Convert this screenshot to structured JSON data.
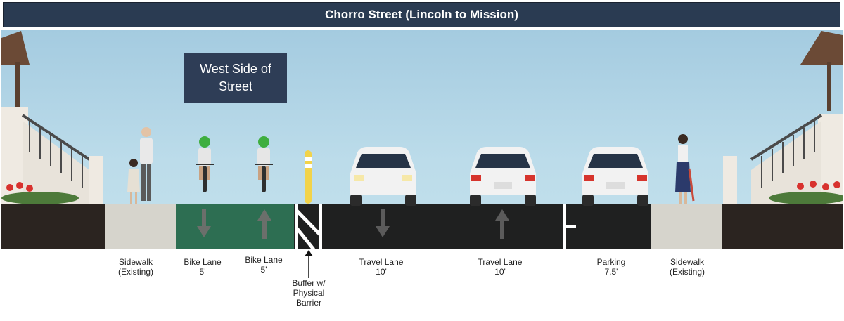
{
  "title": "Chorro Street (Lincoln to Mission)",
  "side_label": "West Side of Street",
  "colors": {
    "title_bg": "#2a3b52",
    "sky": "#b4d6e7",
    "bike_lane": "#2d6e52",
    "road": "#1f2020",
    "sidewalk": "#d6d4cc",
    "planter": "#2b2420"
  },
  "lanes": [
    {
      "id": "sidewalk-west",
      "line1": "Sidewalk",
      "line2": "(Existing)"
    },
    {
      "id": "bike-lane-1",
      "line1": "Bike Lane",
      "line2": "5'"
    },
    {
      "id": "bike-lane-2",
      "line1": "Bike Lane",
      "line2": "5'"
    },
    {
      "id": "buffer",
      "line1": "Buffer w/",
      "line2": "Physical",
      "line3": "Barrier"
    },
    {
      "id": "travel-lane-1",
      "line1": "Travel Lane",
      "line2": "10'"
    },
    {
      "id": "travel-lane-2",
      "line1": "Travel Lane",
      "line2": "10'"
    },
    {
      "id": "parking",
      "line1": "Parking",
      "line2": "7.5'"
    },
    {
      "id": "sidewalk-east",
      "line1": "Sidewalk",
      "line2": "(Existing)"
    }
  ]
}
